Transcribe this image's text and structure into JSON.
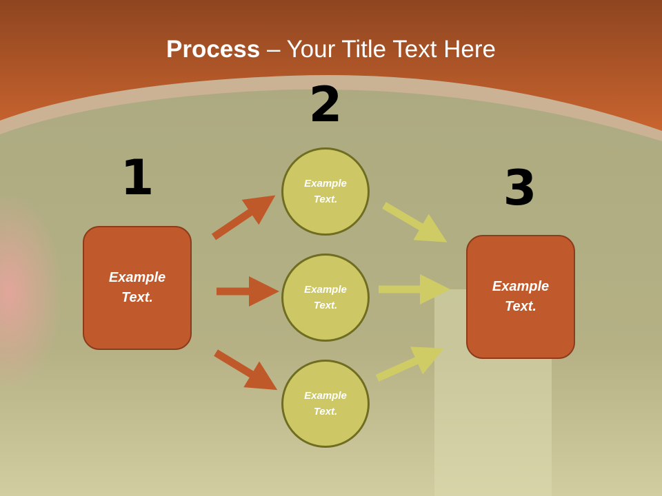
{
  "title": {
    "bold": "Process",
    "rest": " – Your Title Text Here"
  },
  "steps": {
    "one": "1",
    "two": "2",
    "three": "3"
  },
  "start_box": {
    "line1": "Example",
    "line2": "Text."
  },
  "middle": [
    {
      "line1": "Example",
      "line2": "Text."
    },
    {
      "line1": "Example",
      "line2": "Text."
    },
    {
      "line1": "Example",
      "line2": "Text."
    }
  ],
  "end_box": {
    "line1": "Example",
    "line2": "Text."
  },
  "colors": {
    "header": "#c05a2c",
    "box": "#c05a2c",
    "circle": "#cdc865",
    "arrow_orange": "#c0592a",
    "arrow_green": "#cfcc66"
  }
}
